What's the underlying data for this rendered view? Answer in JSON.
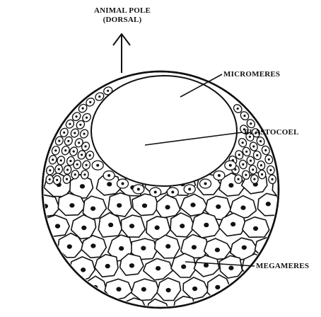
{
  "labels": {
    "animal_pole": "ANIMAL POLE",
    "dorsal": "(DORSAL)",
    "micromeres": "MICROMERES",
    "blastocoel": "BLASTOCOEL",
    "megameres": "MEGAMERES"
  },
  "colors": {
    "ink": "#111111",
    "background": "#ffffff",
    "cell_fill": "#ffffff"
  }
}
